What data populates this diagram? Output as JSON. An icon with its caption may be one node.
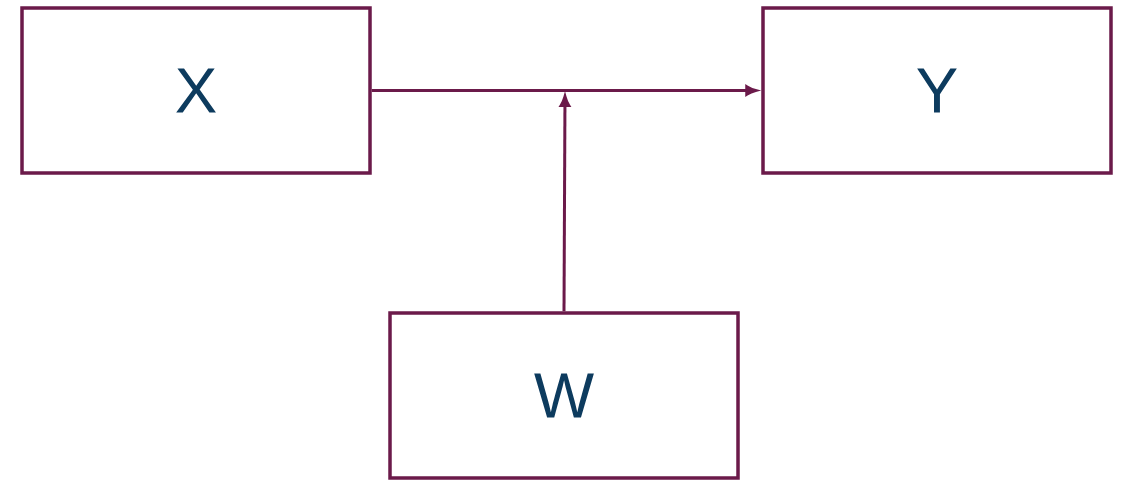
{
  "diagram": {
    "nodes": [
      {
        "text": [
          "X"
        ]
      },
      {
        "text": [
          "Y"
        ]
      },
      {
        "text": [
          "W"
        ]
      }
    ],
    "edges": [
      {
        "from": 0,
        "to": 1,
        "arrow": "to"
      },
      {
        "from": 2,
        "to": null,
        "arrow": "to"
      }
    ]
  }
}
